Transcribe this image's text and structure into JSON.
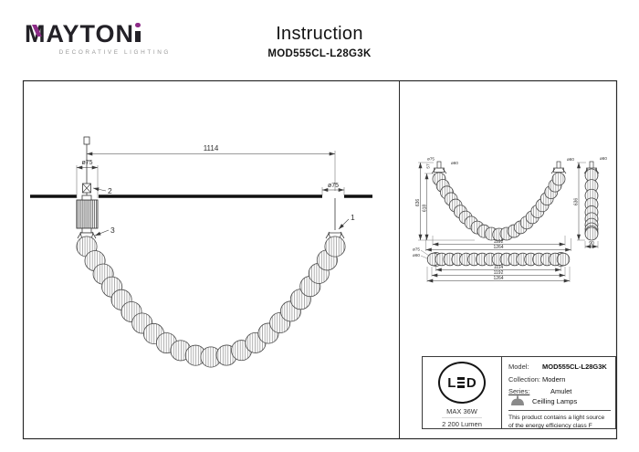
{
  "header": {
    "logo_text_main": "MAYTON",
    "logo_subtitle": "DECORATIVE LIGHTING",
    "accent_color": "#8d2c88",
    "title": "Instruction",
    "model": "MOD555CL-L28G3K"
  },
  "main_drawing": {
    "dim_width": "1114",
    "dim_canopy_left": "ø75",
    "dim_canopy_right": "ø75",
    "label_1": "1",
    "label_2": "2",
    "label_3": "3",
    "bead_count": 23
  },
  "front_view": {
    "dim_height_outer": "636",
    "dim_height_inner": "618",
    "dim_width_inner": "1192",
    "dim_width_outer": "1264",
    "dim_canopy_top": "ø75",
    "dim_canopy_side": "ø60",
    "dim_canopy_height": "57",
    "bead_count": 23
  },
  "side_view": {
    "dim_height": "636",
    "dim_width": "90",
    "dim_canopy": "ø60",
    "bead_count": 10
  },
  "plan_view": {
    "dim_cap_outer": "ø75",
    "dim_cap_inner": "ø60",
    "dim_centers": "1114",
    "dim_inner": "1192",
    "dim_overall": "1264",
    "bead_count": 17
  },
  "info_panel": {
    "led_badge": {
      "letter_l": "L",
      "letter_d": "D",
      "max_power": "MAX 36W",
      "luminous_flux": "2 200 Lumen"
    },
    "model_label": "Model:",
    "model_value": "MOD555CL-L28G3K",
    "collection_label": "Collection:",
    "collection_value": "Modern",
    "series_label": "Series:",
    "series_value": "Amulet",
    "series_type": "Ceilling Lamps",
    "energy_note": "This product contains a light source of the energy efficiency class F"
  }
}
